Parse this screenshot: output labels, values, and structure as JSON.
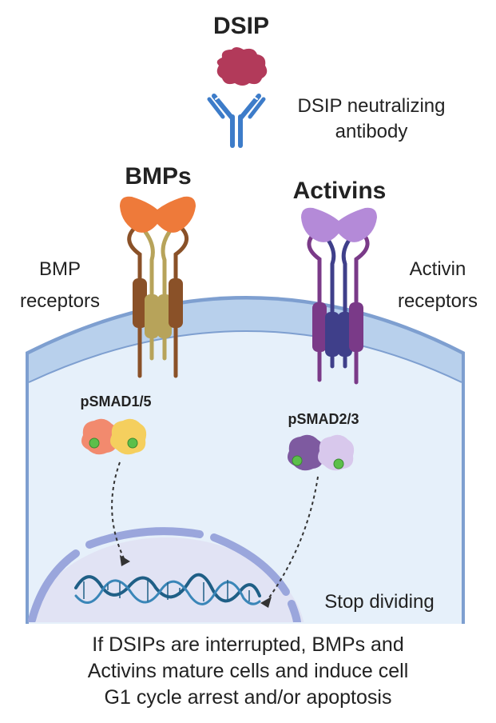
{
  "labels": {
    "dsip": "DSIP",
    "antibody_line1": "DSIP neutralizing",
    "antibody_line2": "antibody",
    "bmps": "BMPs",
    "activins": "Activins",
    "bmp_receptors_line1": "BMP",
    "bmp_receptors_line2": "receptors",
    "activin_receptors_line1": "Activin",
    "activin_receptors_line2": "receptors",
    "psmad15": "pSMAD1/5",
    "psmad23": "pSMAD2/3",
    "stop_dividing": "Stop dividing"
  },
  "caption": {
    "line1": "If DSIPs are interrupted, BMPs and",
    "line2": "Activins mature cells and induce cell",
    "line3": "G1 cycle arrest and/or apoptosis"
  },
  "colors": {
    "dsip_protein": "#b23a5a",
    "antibody": "#3d7cc9",
    "bmp_ligand": "#ee7a3a",
    "bmp_receptor_dark": "#8a5128",
    "bmp_receptor_light": "#b7a35a",
    "activin_ligand": "#b48ad8",
    "activin_receptor_dark": "#7a3a88",
    "activin_receptor_navy": "#3f3f8a",
    "membrane": "#b8d0ec",
    "membrane_edge": "#7e9fd0",
    "cytoplasm": "#e6f0fa",
    "nucleus": "#e1e3f4",
    "nuclear_envelope": "#9aa6dc",
    "smad1": "#f28a6e",
    "smad5": "#f5cf5e",
    "smad2": "#7e5aa0",
    "smad3": "#d8c8ec",
    "phosphate": "#5cbf4a",
    "dna": "#1f5f86"
  }
}
